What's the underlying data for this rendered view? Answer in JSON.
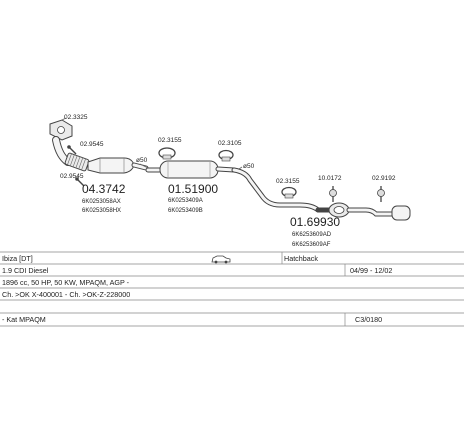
{
  "parts": [
    {
      "name": "gasket-flange-top",
      "number": "02.3325",
      "icon": "gasket-icon"
    },
    {
      "name": "bolt-set",
      "number": "02.9545",
      "icon": "bolt-icon"
    },
    {
      "name": "bolt-set-lower",
      "number": "02.9545",
      "icon": "bolt-icon"
    },
    {
      "name": "catalytic-converter",
      "number": "04.3742",
      "refs": [
        "6K0253058AX",
        "6K0253058HX"
      ]
    },
    {
      "name": "clamp-left",
      "number": "02.3155",
      "icon": "clamp-icon"
    },
    {
      "name": "front-silencer",
      "number": "01.51900",
      "refs": [
        "6K0253409A",
        "6K0253409B"
      ]
    },
    {
      "name": "clamp-mid",
      "number": "02.3105",
      "icon": "clamp-icon"
    },
    {
      "name": "clamp-rear-a",
      "number": "02.3155",
      "icon": "clamp-icon"
    },
    {
      "name": "rubber-mount",
      "number": "10.0172",
      "icon": "mount-icon"
    },
    {
      "name": "rubber-mount-rear",
      "number": "02.9192",
      "icon": "mount-icon"
    },
    {
      "name": "rear-silencer",
      "number": "01.69930",
      "refs": [
        "6K6253609AD",
        "6K6253609AF"
      ]
    }
  ],
  "diameters": [
    "ø50",
    "ø50"
  ],
  "vehicle": {
    "model": "Ibiza [DT]",
    "engine": "1.9 CDI Diesel",
    "body": "Hatchback",
    "years": "04/99 - 12/02",
    "specs": "1896 cc, 50 HP, 50 KW, MPAQM, AGP -",
    "chassis": "Ch. >OK X-400001 - Ch. >OK-Z-228000",
    "config": "- Kat MPAQM",
    "code": "C3/0180"
  }
}
